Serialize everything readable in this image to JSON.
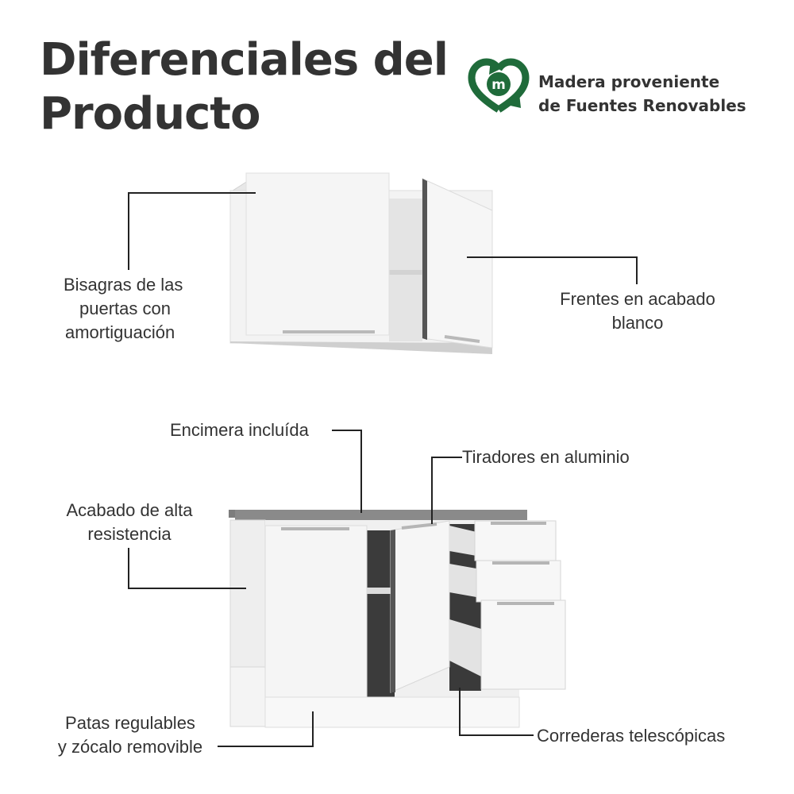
{
  "title": {
    "line1": "Diferenciales del",
    "line2": "Producto"
  },
  "badge": {
    "icon": "recycle-m-icon",
    "color": "#1f6b3a",
    "line1": "Madera proveniente",
    "line2": "de Fuentes Renovables"
  },
  "labels": {
    "hinges": [
      "Bisagras de las",
      "puertas con",
      "amortiguación"
    ],
    "fronts": [
      "Frentes en acabado",
      "blanco"
    ],
    "countertop": "Encimera incluída",
    "handles": "Tiradores en aluminio",
    "finish": [
      "Acabado de alta",
      "resistencia"
    ],
    "legs": [
      "Patas regulables",
      "y zócalo removible"
    ],
    "slides": "Correderas telescópicas"
  },
  "colors": {
    "cabinet": "#f2f2f2",
    "countertop": "#8a8a8a",
    "leader": "#222222"
  }
}
